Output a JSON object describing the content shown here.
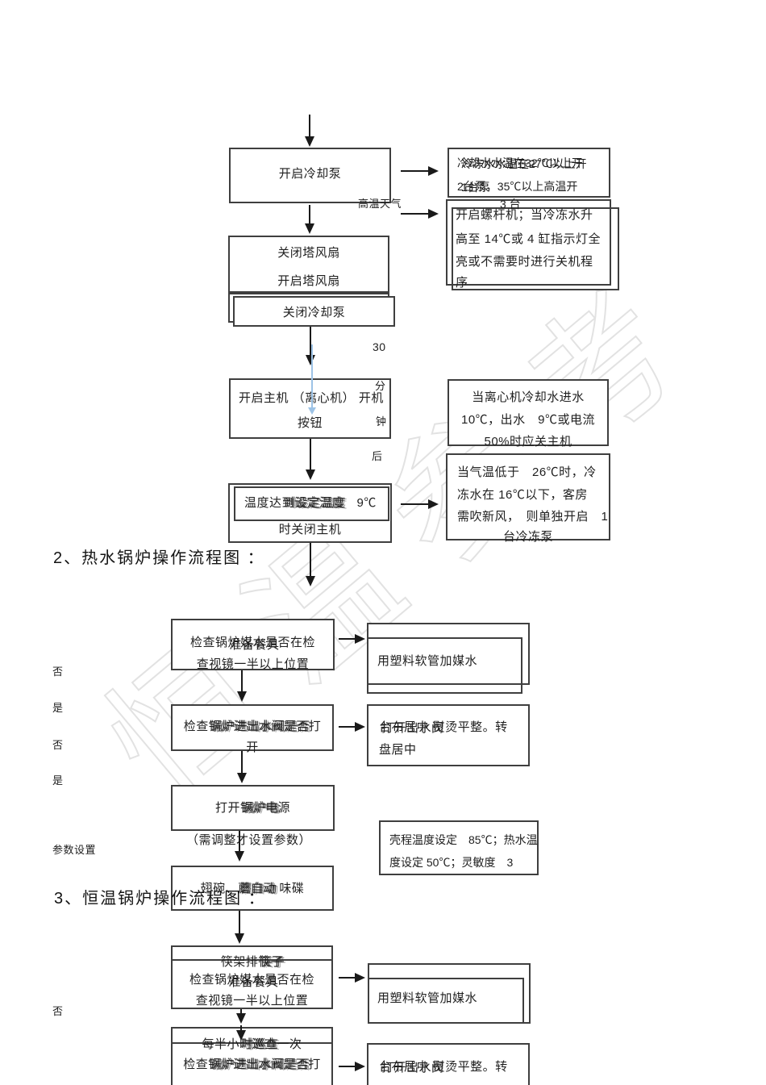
{
  "doc": {
    "watermark": "恒温参考",
    "headings": {
      "h2": "2、热水锅炉操作流程图 ：",
      "h3": "3、恒温锅炉操作流程图 ："
    },
    "labels": {
      "hot": "高温天气",
      "t30": "30",
      "fen": "分",
      "zhong": "钟",
      "hou": "后",
      "no": "否",
      "yes": "是",
      "param": "参数设置"
    },
    "s1": {
      "b1": "开启冷却泵",
      "b2l1": "关闭塔风扇",
      "b2l2": "开启塔风扇",
      "b3": "关闭冷却泵",
      "b4l1": "开启主机 （离心机） 开机",
      "b4l2": "按钮",
      "b5l1a": "温度达",
      "b5l1b": "到设定温度",
      "b5l1c": "　9℃",
      "b5l2": "时关闭主机",
      "r1l1": "冷却水水温在32℃以上开",
      "r1l1ov": "冷冻水水温在27℃以上开",
      "r1l2": "2台泵，35℃以上高温开",
      "r1l2ov": "1台泵",
      "r1spill": "3 台",
      "r2l1": "开启螺杆机；当冷冻水升",
      "r2l2": "高至 14℃或 4 缸指示灯全",
      "r2l3": "亮或不需要时进行关机程",
      "r2l4": "序",
      "r3l1": "当离心机冷却水进水",
      "r3l2": "10℃，出水　9℃或电流",
      "r3l3": "50%时应关主机",
      "r4l1": "当气温低于　26℃时，冷",
      "r4l2": "冻水在 16℃以下，客房",
      "r4l3": "需吹新风，　则单独开启　1",
      "r4l4": "台冷冻泵"
    },
    "s2": {
      "al1": "检查锅炉媒水是否在检",
      "al1ov": "准备餐具",
      "al2": "查视镜一半以上位置",
      "ra": "用塑料软管加媒水",
      "bl1a": "检查",
      "bl1b": "锅炉进出水阀是否",
      "bl1c": "打",
      "bl2": "开",
      "rbl1": "台布居中 熨烫平整。转",
      "rbl1ov": "打开出水阀",
      "rbl2": "盘居中",
      "cl1a": "打开",
      "cl1b": "锅炉电",
      "cl1c": "源",
      "cnote": "（需调整才设置参数）",
      "rcl1": "壳程温度设定　85℃；热水温",
      "rcl2": "度设定 50℃；灵敏度　3",
      "dl1a": "翅碗、",
      "dl1b": "蘑自动",
      "dl1c": " 味碟"
    },
    "s3": {
      "el0a": "筷架排",
      "el0b": "筷子",
      "el1": "检查锅炉媒水是否在检",
      "el1ov": "准备餐具",
      "el2": "查视镜一半以上位置",
      "re": "用塑料软管加媒水",
      "fl0a": "每半小",
      "fl0b": "时巡查",
      "fl0c": "一次",
      "fl1a": "检查",
      "fl1b": "锅炉进出水阀是否",
      "fl1c": "打",
      "rfl1": "台布居中 熨烫平整。转",
      "rfl1ov": "打开出水阀"
    }
  }
}
